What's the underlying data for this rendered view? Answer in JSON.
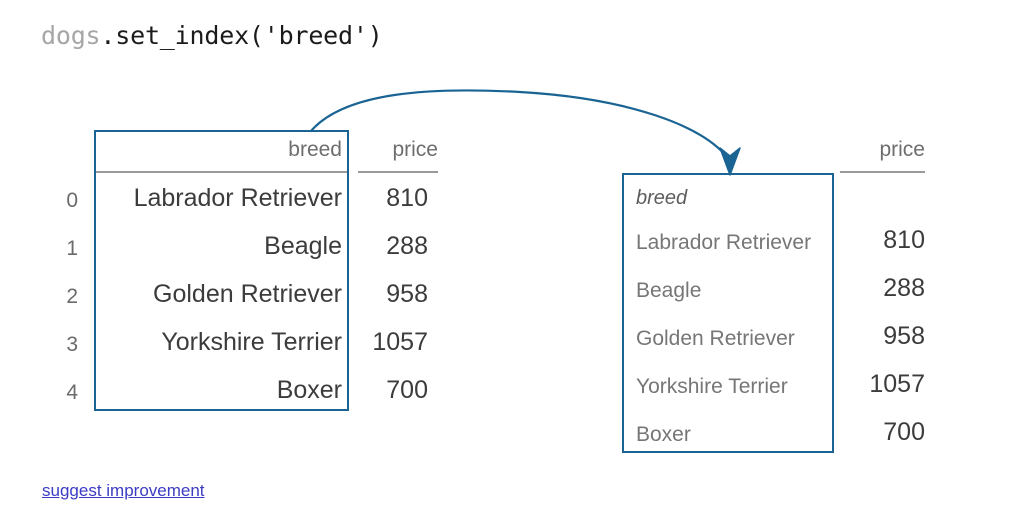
{
  "title": {
    "object": "dogs",
    "call": ".set_index('breed')"
  },
  "left_table": {
    "name": "original-dataframe",
    "index_header": "",
    "index_values": [
      "0",
      "1",
      "2",
      "3",
      "4"
    ],
    "columns": [
      "breed",
      "price"
    ],
    "rows": [
      {
        "breed": "Labrador Retriever",
        "price": "810"
      },
      {
        "breed": "Beagle",
        "price": "288"
      },
      {
        "breed": "Golden Retriever",
        "price": "958"
      },
      {
        "breed": "Yorkshire Terrier",
        "price": "1057"
      },
      {
        "breed": "Boxer",
        "price": "700"
      }
    ],
    "highlight_color": "#1a6494",
    "highlighted_column": "breed"
  },
  "right_table": {
    "name": "indexed-dataframe",
    "index_name": "breed",
    "columns": [
      "price"
    ],
    "rows": [
      {
        "breed": "Labrador Retriever",
        "price": "810"
      },
      {
        "breed": "Beagle",
        "price": "288"
      },
      {
        "breed": "Golden Retriever",
        "price": "958"
      },
      {
        "breed": "Yorkshire Terrier",
        "price": "1057"
      },
      {
        "breed": "Boxer",
        "price": "700"
      }
    ],
    "highlight_color": "#1a6494",
    "highlighted_column": "breed"
  },
  "arrow": {
    "label": "breed-column-becomes-index",
    "color": "#1a6494"
  },
  "footer": {
    "link_label": "suggest improvement",
    "link_color": "#3b3bc4"
  }
}
